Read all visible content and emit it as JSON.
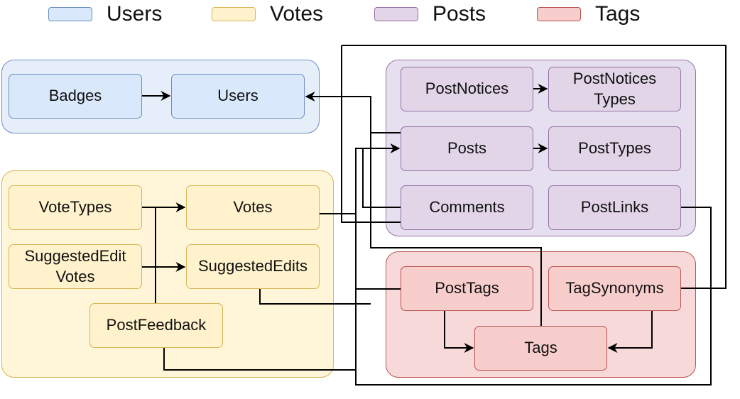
{
  "legend": [
    {
      "label": "Users",
      "color": "#dae8fc",
      "border": "#6c8ebf"
    },
    {
      "label": "Votes",
      "color": "#fff2cc",
      "border": "#d6b656"
    },
    {
      "label": "Posts",
      "color": "#e1d5e7",
      "border": "#9673a6"
    },
    {
      "label": "Tags",
      "color": "#f8cecc",
      "border": "#b85450"
    }
  ],
  "nodes": {
    "badges": "Badges",
    "users": "Users",
    "posts": "Posts",
    "postnotices": "PostNotices",
    "postnoticestypes": "PostNotices\nTypes",
    "posttypes": "PostTypes",
    "comments": "Comments",
    "postlinks": "PostLinks",
    "votetypes": "VoteTypes",
    "votes": "Votes",
    "suggestededitvotes": "SuggestedEdit\nVotes",
    "suggestededits": "SuggestedEdits",
    "postfeedback": "PostFeedback",
    "posttags": "PostTags",
    "tagsynonyms": "TagSynonyms",
    "tags": "Tags"
  }
}
